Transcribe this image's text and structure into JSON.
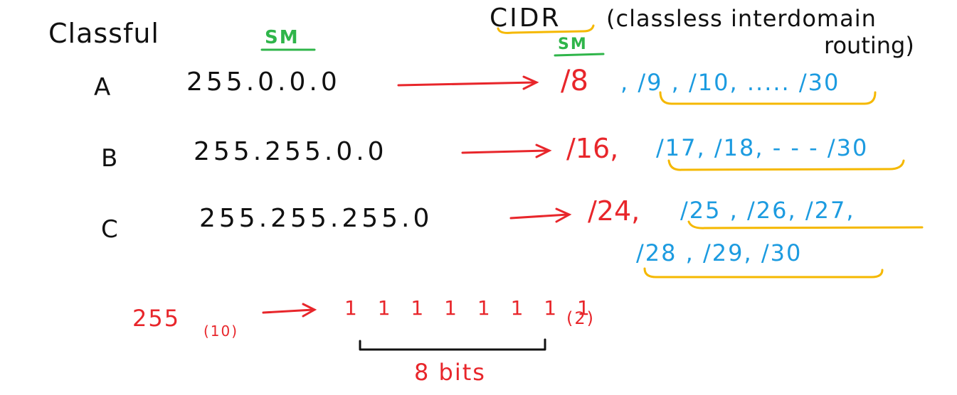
{
  "headers": {
    "classful": "Classful",
    "sm_left": "SM",
    "cidr": "CIDR",
    "cidr_full_line1": "(classless interdomain",
    "cidr_full_line2": "routing)",
    "sm_right": "SM"
  },
  "rows": [
    {
      "class": "A",
      "mask": "255.0.0.0",
      "cidr_default": "/8",
      "cidr_range": ", /9 , /10, ..... /30"
    },
    {
      "class": "B",
      "mask": "255.255.0.0",
      "cidr_default": "/16,",
      "cidr_range": "/17, /18, - - - /30"
    },
    {
      "class": "C",
      "mask": "255.255.255.0",
      "cidr_default": "/24,",
      "cidr_range": "/25 , /26, /27,",
      "cidr_range_line2": "/28 , /29, /30"
    }
  ],
  "binary": {
    "decimal": "255",
    "decimal_base": "(10)",
    "bits": "1 1 1 1 1 1 1 1",
    "binary_base": "(2)",
    "bits_label": "8 bits"
  },
  "colors": {
    "ink": "#111111",
    "red": "#e8262b",
    "blue": "#1c9be0",
    "green": "#2fb54a",
    "yellow": "#f5b800"
  }
}
